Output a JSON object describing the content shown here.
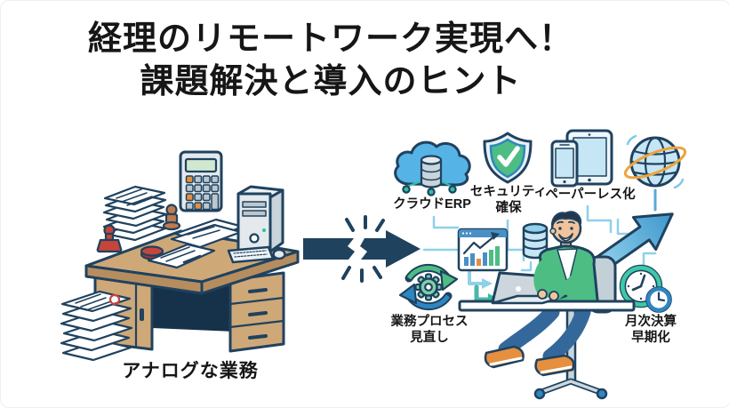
{
  "title": {
    "line1": "経理のリモートワーク実現へ！",
    "line2": "課題解決と導入のヒント"
  },
  "before": {
    "label": "アナログな業務",
    "icons": [
      "paper-stack-icon",
      "calculator-icon",
      "hanko-stamp-icon",
      "ink-pad-icon",
      "desktop-pc-icon",
      "keyboard-icon",
      "mouse-icon",
      "desk-icon"
    ]
  },
  "transition": {
    "icon": "broken-arrow-icon"
  },
  "after": {
    "features": [
      {
        "id": "cloud-erp",
        "icon": "cloud-database-icon",
        "label": "クラウドERP"
      },
      {
        "id": "security",
        "icon": "shield-check-icon",
        "label": "セキュリティ\n確保"
      },
      {
        "id": "paperless",
        "icon": "tablet-smartphone-icon",
        "label": "ペーパーレス化"
      },
      {
        "id": "process-review",
        "icon": "cycle-gear-icon",
        "label": "業務プロセス\n見直し"
      },
      {
        "id": "monthly-closing",
        "icon": "double-clock-icon",
        "label": "月次決算\n早期化"
      }
    ],
    "icons": [
      "globe-icon",
      "growth-arrow-icon",
      "chart-window-icon",
      "database-icon",
      "laptop-icon",
      "person-at-laptop"
    ]
  },
  "colors": {
    "ink": "#161616",
    "navy": "#1f425f",
    "tan": "#cfa878",
    "tan-dark": "#b68d5e",
    "red": "#c6453a",
    "orange": "#e58f3f",
    "orange-ring": "#eba53f",
    "blue": "#2e86c1",
    "cloud-blue": "#56b3e6",
    "light-blue": "#8fd0ea",
    "pale-blue": "#c6e6f5",
    "green": "#4dbd84",
    "teal": "#2fbfa0",
    "skin": "#f2c49c",
    "jeans": "#35689a",
    "hair": "#22374f"
  }
}
